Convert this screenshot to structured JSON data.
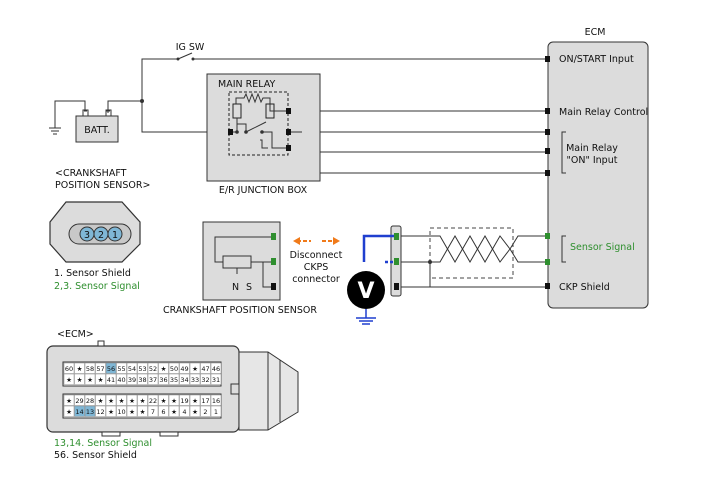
{
  "labels": {
    "ecm_title": "ECM",
    "ig_sw": "IG SW",
    "main_relay": "MAIN RELAY",
    "batt": "BATT.",
    "er_junction_box": "E/R JUNCTION BOX",
    "on_start_input": "ON/START Input",
    "main_relay_control": "Main Relay Control",
    "main_relay_on_1": "Main Relay",
    "main_relay_on_2": "\"ON\" Input",
    "sensor_signal_ecm": "Sensor Signal",
    "ckp_shield": "CKP Shield",
    "ckps_header_1": "<CRANKSHAFT",
    "ckps_header_2": "POSITION SENSOR>",
    "legend_shield": "1. Sensor Shield",
    "legend_signal": "2,3. Sensor Signal",
    "disconnect_1": "Disconnect",
    "disconnect_2": "CKPS",
    "disconnect_3": "connector",
    "ckps_caption": "CRANKSHAFT POSITION SENSOR",
    "sensor_n": "N",
    "sensor_s": "S",
    "voltmeter": "V",
    "ecm_conn_header": "<ECM>",
    "ecm_legend_signal": "13,14. Sensor Signal",
    "ecm_legend_shield": "56. Sensor Shield"
  },
  "ckps_pins": [
    "3",
    "2",
    "1"
  ],
  "ecm_connector": {
    "row1": [
      "60",
      "★",
      "58",
      "57",
      "56",
      "55",
      "54",
      "53",
      "52",
      "★",
      "50",
      "49",
      "★",
      "47",
      "46"
    ],
    "row2": [
      "★",
      "★",
      "★",
      "★",
      "41",
      "40",
      "39",
      "38",
      "37",
      "36",
      "35",
      "34",
      "33",
      "32",
      "31"
    ],
    "row3": [
      "★",
      "29",
      "28",
      "★",
      "★",
      "★",
      "★",
      "★",
      "22",
      "★",
      "★",
      "19",
      "★",
      "17",
      "16"
    ],
    "row4": [
      "★",
      "14",
      "13",
      "12",
      "★",
      "10",
      "★",
      "★",
      "7",
      "6",
      "★",
      "4",
      "★",
      "2",
      "1"
    ],
    "highlighted": [
      "56",
      "14",
      "13"
    ]
  },
  "colors": {
    "wire": "#333333",
    "signal_green": "#2f8f2f",
    "probe_blue": "#1f3fcf",
    "arrow_orange": "#f07a1a",
    "panel_gray": "#dcdcdc",
    "pin_highlight": "#7fb7d6"
  }
}
